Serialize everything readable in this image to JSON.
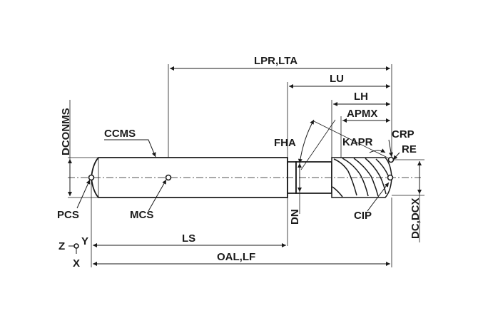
{
  "labels": {
    "lpr_lta": "LPR,LTA",
    "lu": "LU",
    "lh": "LH",
    "apmx": "APMX",
    "crp": "CRP",
    "re": "RE",
    "kapr": "KAPR",
    "fha": "FHA",
    "ccms": "CCMS",
    "dconms": "DCONMS",
    "pcs": "PCS",
    "mcs": "MCS",
    "dn": "DN",
    "cip": "CIP",
    "dc_dcx": "DC,DCX",
    "ls": "LS",
    "oal_lf": "OAL,LF",
    "axis_z": "Z",
    "axis_y": "Y",
    "axis_x": "X"
  }
}
